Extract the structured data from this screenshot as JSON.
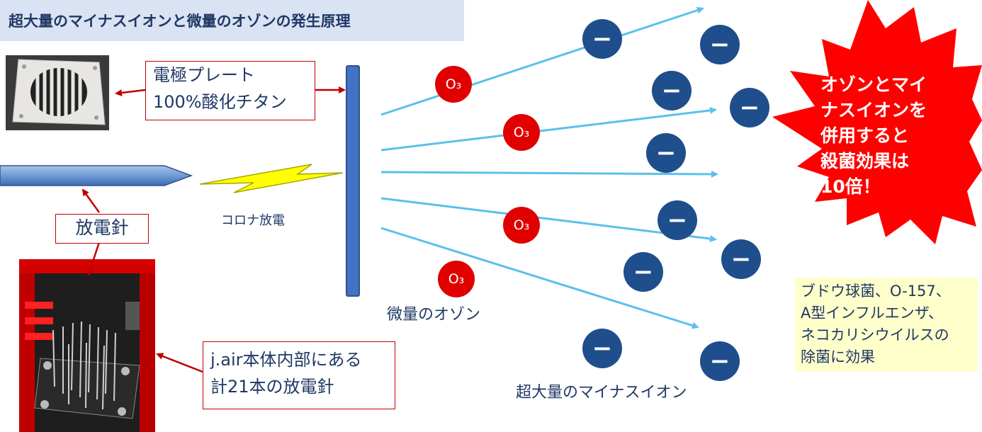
{
  "title": "超大量のマイナスイオンと微量のオゾンの発生原理",
  "electrode_label": [
    "電極プレート",
    "100%酸化チタン"
  ],
  "corona_label": "コロナ放電",
  "needle_label": "放電針",
  "inner_needles_label": [
    "j.air本体内部にある",
    "計21本の放電針"
  ],
  "ozone_caption": "微量のオゾン",
  "ion_caption": "超大量のマイナスイオン",
  "ozone_symbol": "O₃",
  "ion_symbol": "−",
  "burst_lines": [
    "オゾンとマイ",
    "ナスイオンを",
    "併用すると",
    "殺菌効果は",
    "10倍！"
  ],
  "effect_lines": [
    "ブドウ球菌、O-157、",
    "A型インフルエンザ、",
    "ネコカリシウイルスの",
    "除菌に効果"
  ],
  "colors": {
    "ozone": "#e00000",
    "ion": "#1f4e8c",
    "arrow": "#5bc0eb",
    "burst": "#ff0000",
    "red_arrow": "#c00000",
    "plate": "#4472c4",
    "spark": "#ffff00"
  }
}
